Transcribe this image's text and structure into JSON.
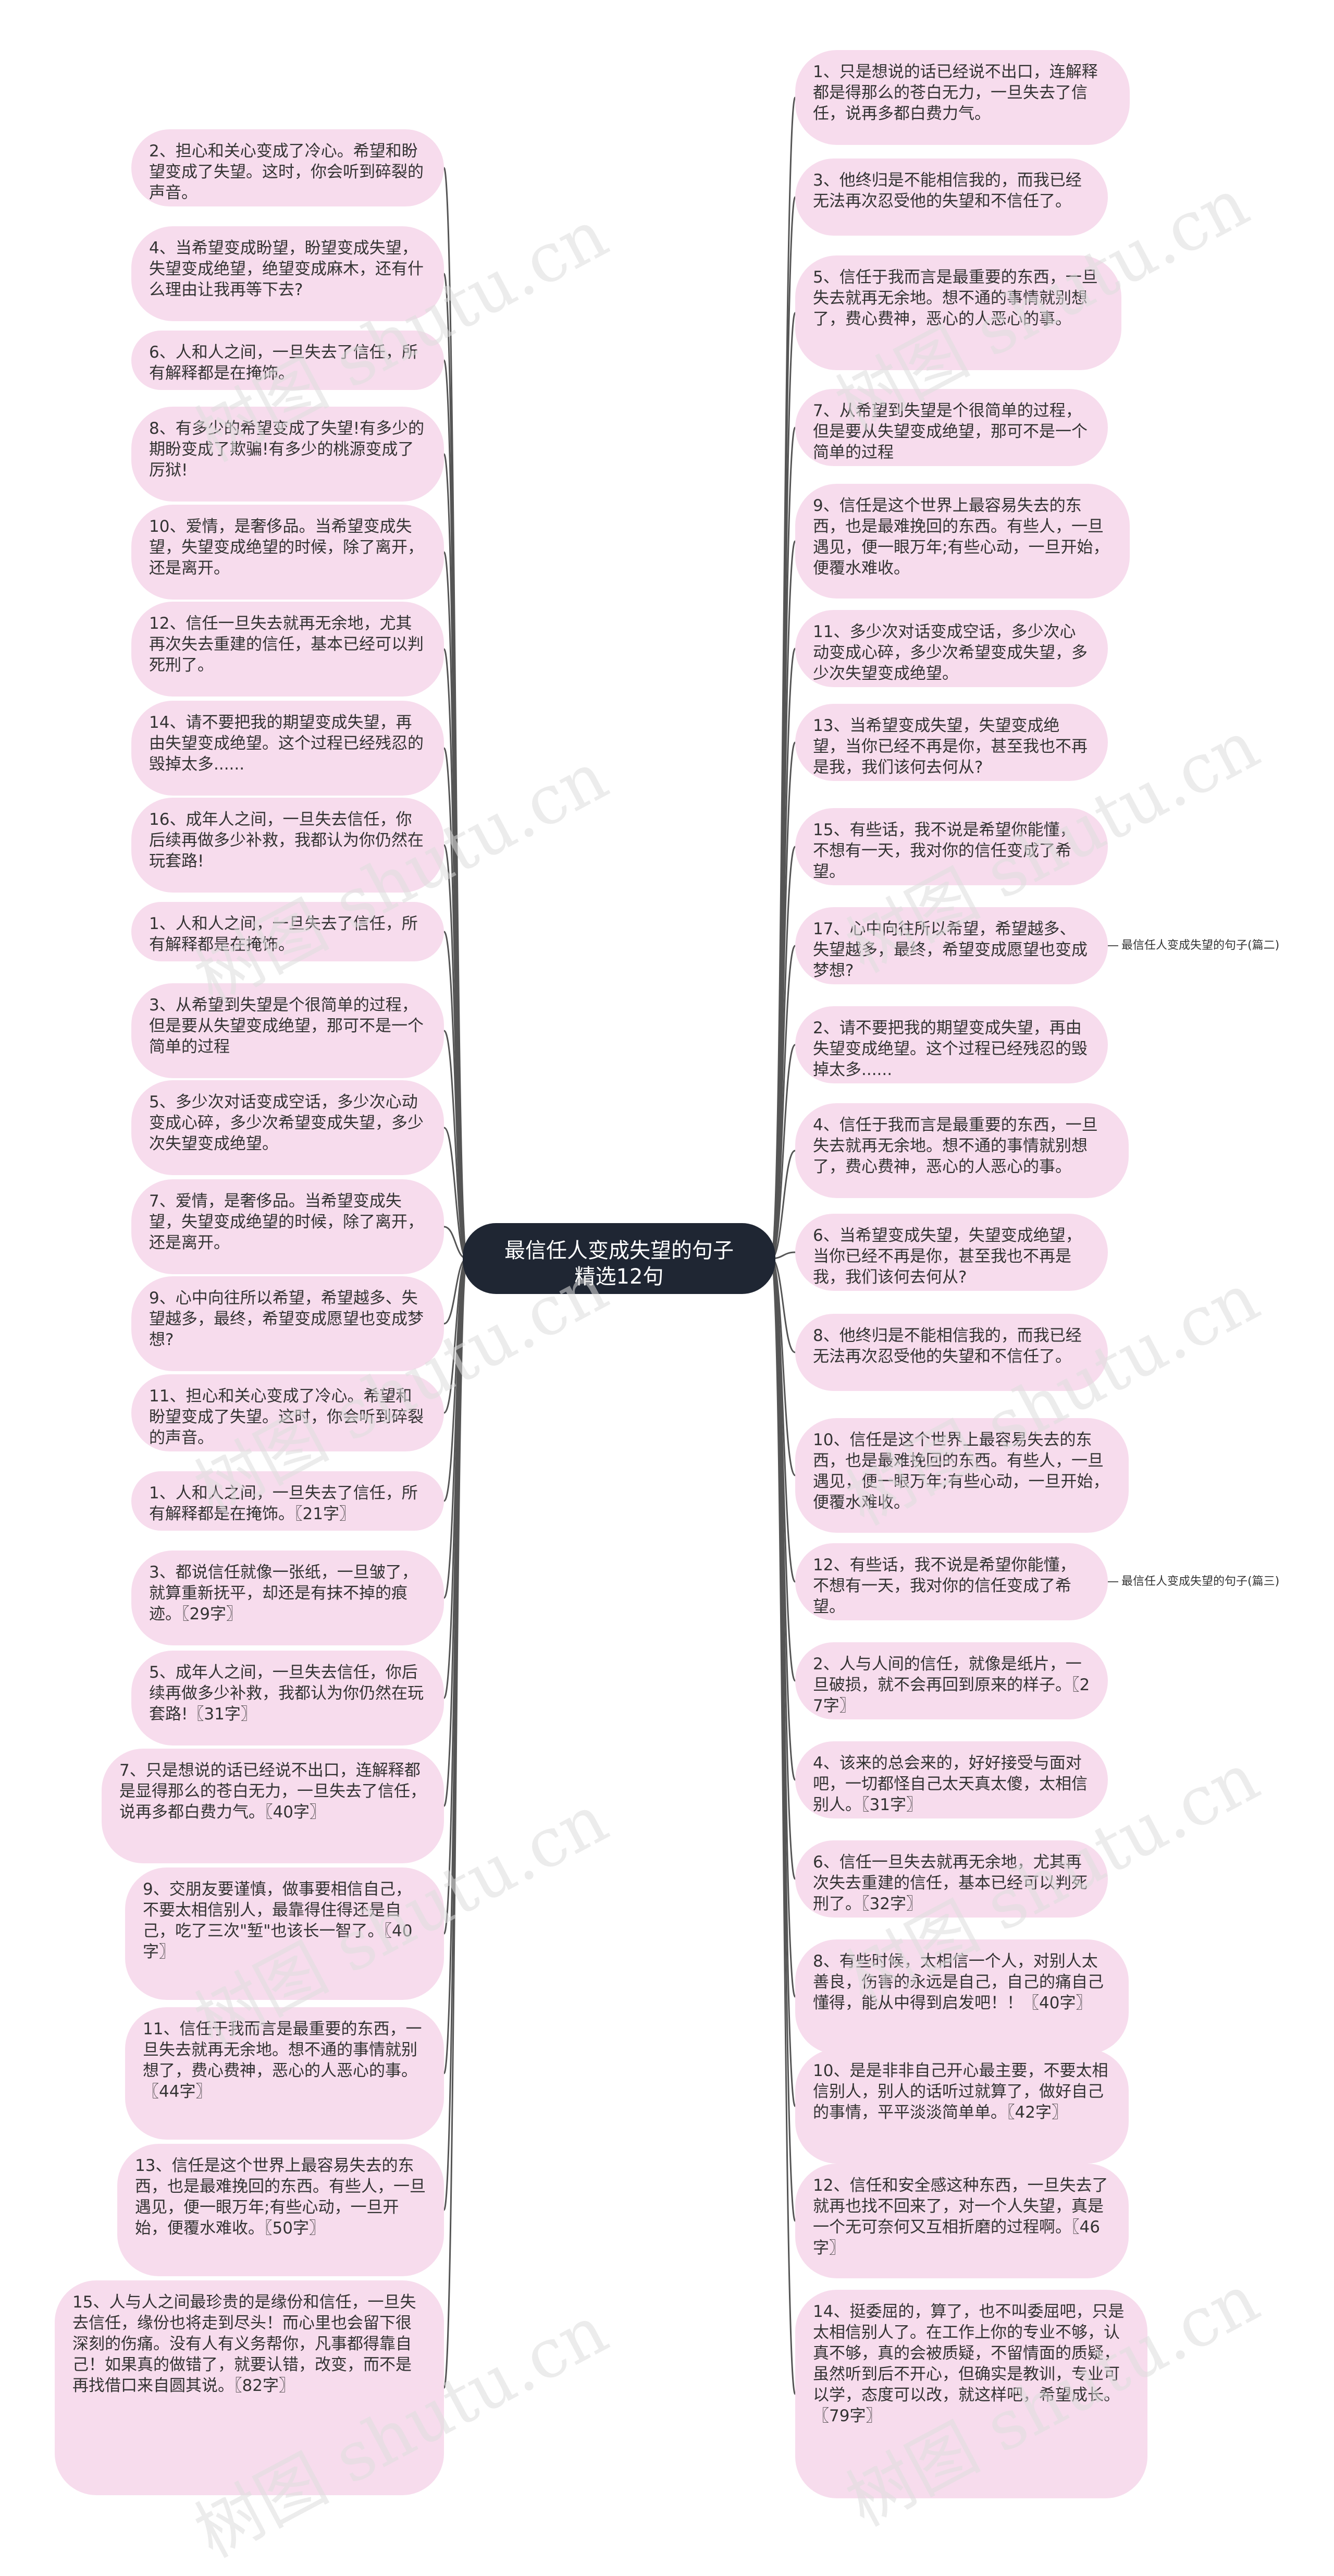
{
  "root": {
    "text": "最信任人变成失望的句子\n精选12句"
  },
  "colors": {
    "node_fill": "#f7dced",
    "root_fill": "#1f2633",
    "edge": "#555555"
  },
  "watermark_text": "树图 shutu.cn",
  "left_nodes": [
    "2、担心和关心变成了冷心。希望和盼望变成了失望。这时，你会听到碎裂的声音。",
    "4、当希望变成盼望，盼望变成失望，失望变成绝望，绝望变成麻木，还有什么理由让我再等下去?",
    "6、人和人之间，一旦失去了信任，所有解释都是在掩饰。",
    "8、有多少的希望变成了失望!有多少的期盼变成了欺骗!有多少的桃源变成了厉狱!",
    "10、爱情，是奢侈品。当希望变成失望，失望变成绝望的时候，除了离开，还是离开。",
    "12、信任一旦失去就再无余地，尤其再次失去重建的信任，基本已经可以判死刑了。",
    "14、请不要把我的期望变成失望，再由失望变成绝望。这个过程已经残忍的毁掉太多......",
    "16、成年人之间，一旦失去信任，你后续再做多少补救，我都认为你仍然在玩套路!",
    "1、人和人之间，一旦失去了信任，所有解释都是在掩饰。",
    "3、从希望到失望是个很简单的过程，但是要从失望变成绝望，那可不是一个简单的过程",
    "5、多少次对话变成空话，多少次心动变成心碎，多少次希望变成失望，多少次失望变成绝望。",
    "7、爱情，是奢侈品。当希望变成失望，失望变成绝望的时候，除了离开，还是离开。",
    "9、心中向往所以希望，希望越多、失望越多，最终，希望变成愿望也变成梦想?",
    "11、担心和关心变成了冷心。希望和盼望变成了失望。这时，你会听到碎裂的声音。",
    "1、人和人之间，一旦失去了信任，所有解释都是在掩饰。〖21字〗",
    "3、都说信任就像一张纸，一旦皱了，就算重新抚平，却还是有抹不掉的痕迹。〖29字〗",
    "5、成年人之间，一旦失去信任，你后续再做多少补救，我都认为你仍然在玩套路!〖31字〗",
    "7、只是想说的话已经说不出口，连解释都是显得那么的苍白无力，一旦失去了信任，说再多都白费力气。〖40字〗",
    "9、交朋友要谨慎，做事要相信自己，不要太相信别人，最靠得住得还是自己，吃了三次\"堑\"也该长一智了。〖40字〗",
    "11、信任于我而言是最重要的东西，一旦失去就再无余地。想不通的事情就别想了，费心费神，恶心的人恶心的事。〖44字〗",
    "13、信任是这个世界上最容易失去的东西，也是最难挽回的东西。有些人，一旦遇见，便一眼万年;有些心动，一旦开始，便覆水难收。〖50字〗",
    "15、人与人之间最珍贵的是缘份和信任，一旦失去信任，缘份也将走到尽头！而心里也会留下很深刻的伤痛。没有人有义务帮你，凡事都得靠自己！如果真的做错了，就要认错，改变，而不是再找借口来自圆其说。〖82字〗"
  ],
  "right_nodes": [
    "1、只是想说的话已经说不出口，连解释都是得那么的苍白无力，一旦失去了信任，说再多都白费力气。",
    "3、他终归是不能相信我的，而我已经无法再次忍受他的失望和不信任了。",
    "5、信任于我而言是最重要的东西，一旦失去就再无余地。想不通的事情就别想了，费心费神，恶心的人恶心的事。",
    "7、从希望到失望是个很简单的过程，但是要从失望变成绝望，那可不是一个简单的过程",
    "9、信任是这个世界上最容易失去的东西，也是最难挽回的东西。有些人，一旦遇见，便一眼万年;有些心动，一旦开始，便覆水难收。",
    "11、多少次对话变成空话，多少次心动变成心碎，多少次希望变成失望，多少次失望变成绝望。",
    "13、当希望变成失望，失望变成绝望，当你已经不再是你，甚至我也不再是我，我们该何去何从?",
    "15、有些话，我不说是希望你能懂，不想有一天，我对你的信任变成了希望。",
    "17、心中向往所以希望，希望越多、失望越多，最终，希望变成愿望也变成梦想?",
    "2、请不要把我的期望变成失望，再由失望变成绝望。这个过程已经残忍的毁掉太多......",
    "4、信任于我而言是最重要的东西，一旦失去就再无余地。想不通的事情就别想了，费心费神，恶心的人恶心的事。",
    "6、当希望变成失望，失望变成绝望，当你已经不再是你，甚至我也不再是我，我们该何去何从?",
    "8、他终归是不能相信我的，而我已经无法再次忍受他的失望和不信任了。",
    "10、信任是这个世界上最容易失去的东西，也是最难挽回的东西。有些人，一旦遇见，便一眼万年;有些心动，一旦开始，便覆水难收。",
    "12、有些话，我不说是希望你能懂，不想有一天，我对你的信任变成了希望。",
    "2、人与人间的信任，就像是纸片，一旦破损，就不会再回到原来的样子。〖27字〗",
    "4、该来的总会来的，好好接受与面对吧，一切都怪自己太天真太傻，太相信别人。〖31字〗",
    "6、信任一旦失去就再无余地，尤其再次失去重建的信任，基本已经可以判死刑了。〖32字〗",
    "8、有些时候，太相信一个人，对别人太善良，伤害的永远是自己，自己的痛自己懂得，能从中得到启发吧！！〖40字〗",
    "10、是是非非自己开心最主要，不要太相信别人，别人的话听过就算了，做好自己的事情，平平淡淡简单单。〖42字〗",
    "12、信任和安全感这种东西，一旦失去了就再也找不回来了，对一个人失望，真是一个无可奈何又互相折磨的过程啊。〖46字〗",
    "14、挺委屈的，算了，也不叫委屈吧，只是太相信别人了。在工作上你的专业不够，认真不够，真的会被质疑，不留情面的质疑，虽然听到后不开心，但确实是教训，专业可以学，态度可以改，就这样吧，希望成长。〖79字〗"
  ],
  "branch_labels": [
    "最信任人变成失望的句子(篇二)",
    "最信任人变成失望的句子(篇三)"
  ]
}
